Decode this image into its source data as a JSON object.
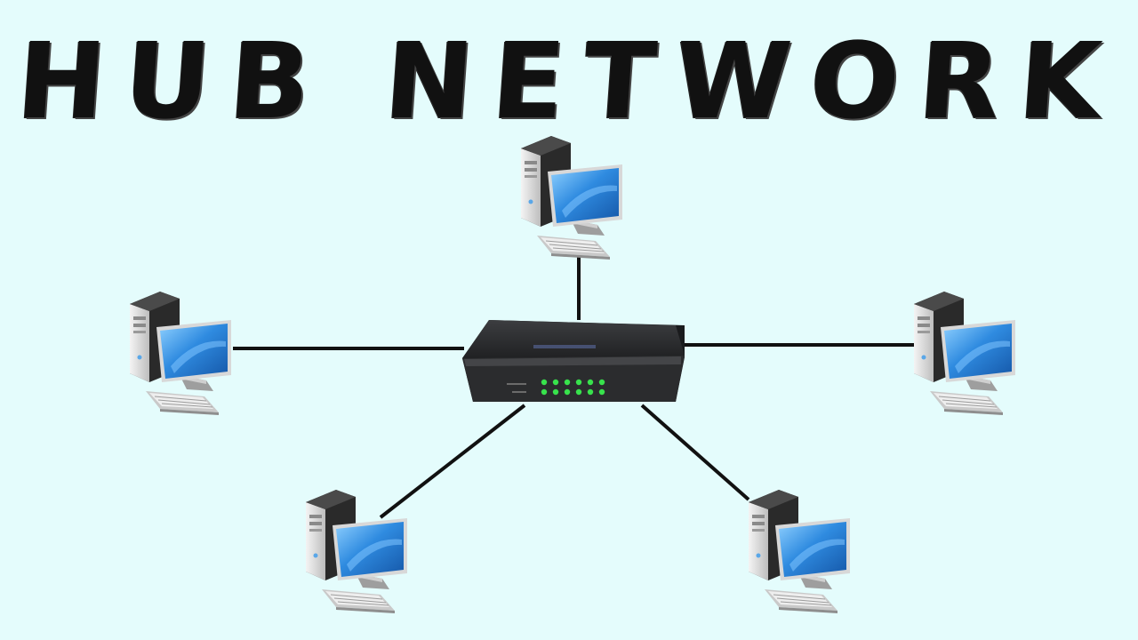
{
  "title": "HUB NETWORK",
  "colors": {
    "background": "#e4fcfc",
    "link": "#111111",
    "hub_body": "#2e2f31",
    "hub_led": "#38e24c",
    "monitor_screen": "#2f8be0",
    "tower": "#dcdcdc"
  },
  "hub": {
    "icon": "network-hub-icon",
    "port_count": 6,
    "led_rows": 2
  },
  "nodes": [
    {
      "id": "computer-top",
      "icon": "desktop-computer-icon"
    },
    {
      "id": "computer-left",
      "icon": "desktop-computer-icon"
    },
    {
      "id": "computer-right",
      "icon": "desktop-computer-icon"
    },
    {
      "id": "computer-bottom-left",
      "icon": "desktop-computer-icon"
    },
    {
      "id": "computer-bottom-right",
      "icon": "desktop-computer-icon"
    }
  ],
  "links": [
    {
      "from": "hub",
      "to": "computer-top"
    },
    {
      "from": "hub",
      "to": "computer-left"
    },
    {
      "from": "hub",
      "to": "computer-right"
    },
    {
      "from": "hub",
      "to": "computer-bottom-left"
    },
    {
      "from": "hub",
      "to": "computer-bottom-right"
    }
  ]
}
